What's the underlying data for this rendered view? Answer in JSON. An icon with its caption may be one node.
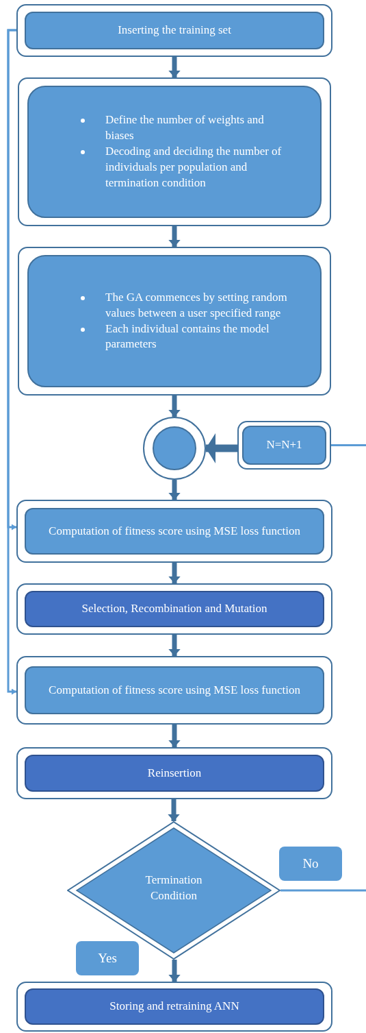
{
  "diagram": {
    "nodes": [
      {
        "text": [
          "Inserting the training set"
        ]
      },
      {
        "text": [
          "Define the number of weights and biases",
          "Decoding and deciding the number of individuals per population and termination condition"
        ]
      },
      {
        "text": [
          "The GA commences by setting random values between a user specified range",
          "Each individual contains the model parameters"
        ]
      },
      {
        "text": [],
        "shape": "circle"
      },
      {
        "text": [
          "N=N+1"
        ]
      },
      {
        "text": [
          "Computation of fitness score using MSE loss function"
        ]
      },
      {
        "text": [
          "Selection, Recombination and Mutation"
        ]
      },
      {
        "text": [
          "Computation of fitness score using MSE loss function"
        ]
      },
      {
        "text": [
          "Reinsertion"
        ]
      },
      {
        "text": [
          "Termination Condition"
        ]
      },
      {
        "text": [
          "Storing and retraining ANN"
        ]
      }
    ],
    "edges": [
      {
        "from": 0,
        "to": 1,
        "arrow": "to"
      },
      {
        "from": 1,
        "to": 2,
        "arrow": "to"
      },
      {
        "from": 2,
        "to": 3,
        "arrow": "to"
      },
      {
        "from": 4,
        "to": 3,
        "arrow": "to"
      },
      {
        "from": 3,
        "to": 5,
        "arrow": "to"
      },
      {
        "from": 5,
        "to": 6,
        "arrow": "to"
      },
      {
        "from": 6,
        "to": 7,
        "arrow": "to"
      },
      {
        "from": 7,
        "to": 8,
        "arrow": "to"
      },
      {
        "from": 8,
        "to": 9,
        "arrow": "to"
      },
      {
        "from": 9,
        "to": 10,
        "arrow": "to",
        "label": "Yes"
      },
      {
        "from": 9,
        "to": null,
        "arrow": "none",
        "label": "No",
        "color": "#5b9bd5"
      },
      {
        "from": 4,
        "to": null,
        "arrow": "none",
        "color": "#5b9bd5"
      },
      {
        "from": 0,
        "to": 5,
        "arrow": "to",
        "color": "#5b9bd5"
      },
      {
        "from": 0,
        "to": 7,
        "arrow": "to",
        "color": "#5b9bd5"
      }
    ]
  }
}
